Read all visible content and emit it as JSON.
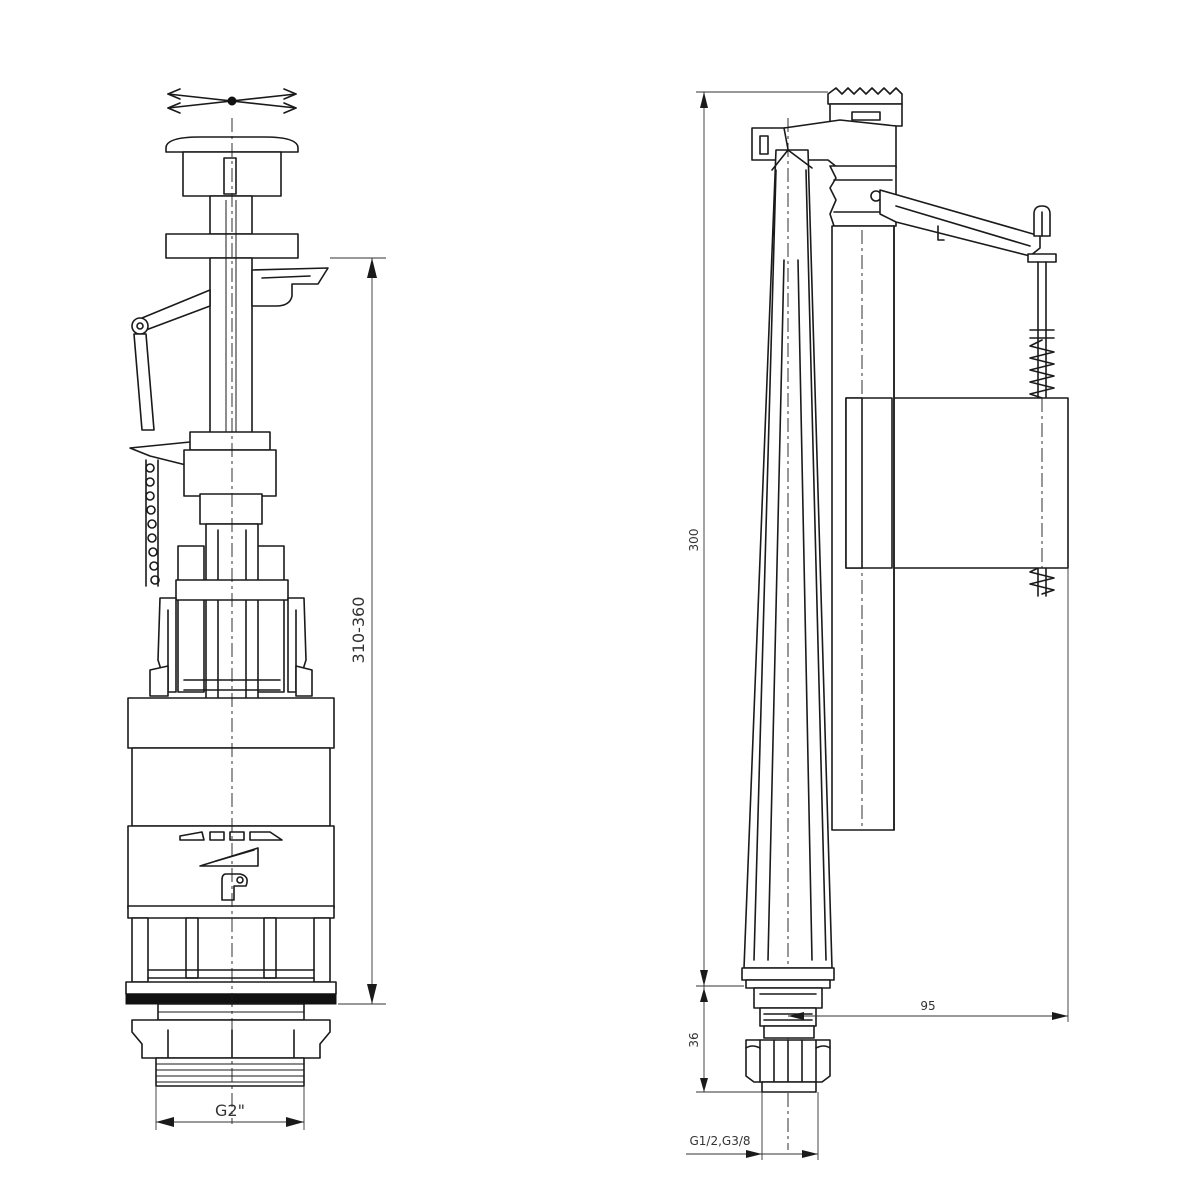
{
  "diagram": {
    "left_view": {
      "height_dimension_label": "310-360",
      "thread_dimension_label": "G2\""
    },
    "right_view": {
      "height_dimension_label": "300",
      "base_height_label": "36",
      "offset_dimension_label": "95",
      "thread_dimension_label": "G1/2,G3/8"
    }
  }
}
